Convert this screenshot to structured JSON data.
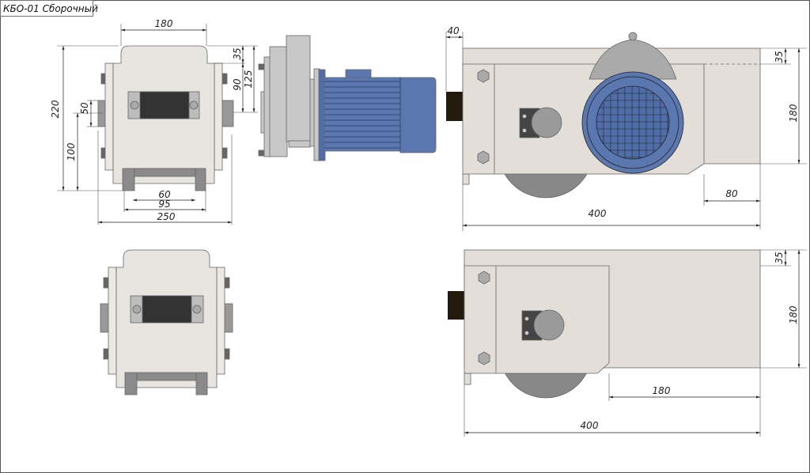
{
  "title": "КБО-01 Сборочный",
  "colors": {
    "body": "#e3dfd8",
    "steel": "#a6a6a6",
    "dark": "#3a3a3a",
    "motor": "#5a77b0",
    "black_block": "#221a0c"
  },
  "top_front_view": {
    "width_top": "180",
    "height_total": "220",
    "shaft_height": "100",
    "shaft_size": "50",
    "top_step": "35",
    "step_90": "90",
    "step_125": "125",
    "feet_inner": "60",
    "feet_outer": "95",
    "overall_width": "250"
  },
  "top_side_view": {
    "offset": "40",
    "top_band": "35",
    "height": "180",
    "tail": "80",
    "length": "400"
  },
  "bottom_side_view": {
    "top_band": "35",
    "height": "180",
    "tail": "180",
    "length": "400"
  }
}
